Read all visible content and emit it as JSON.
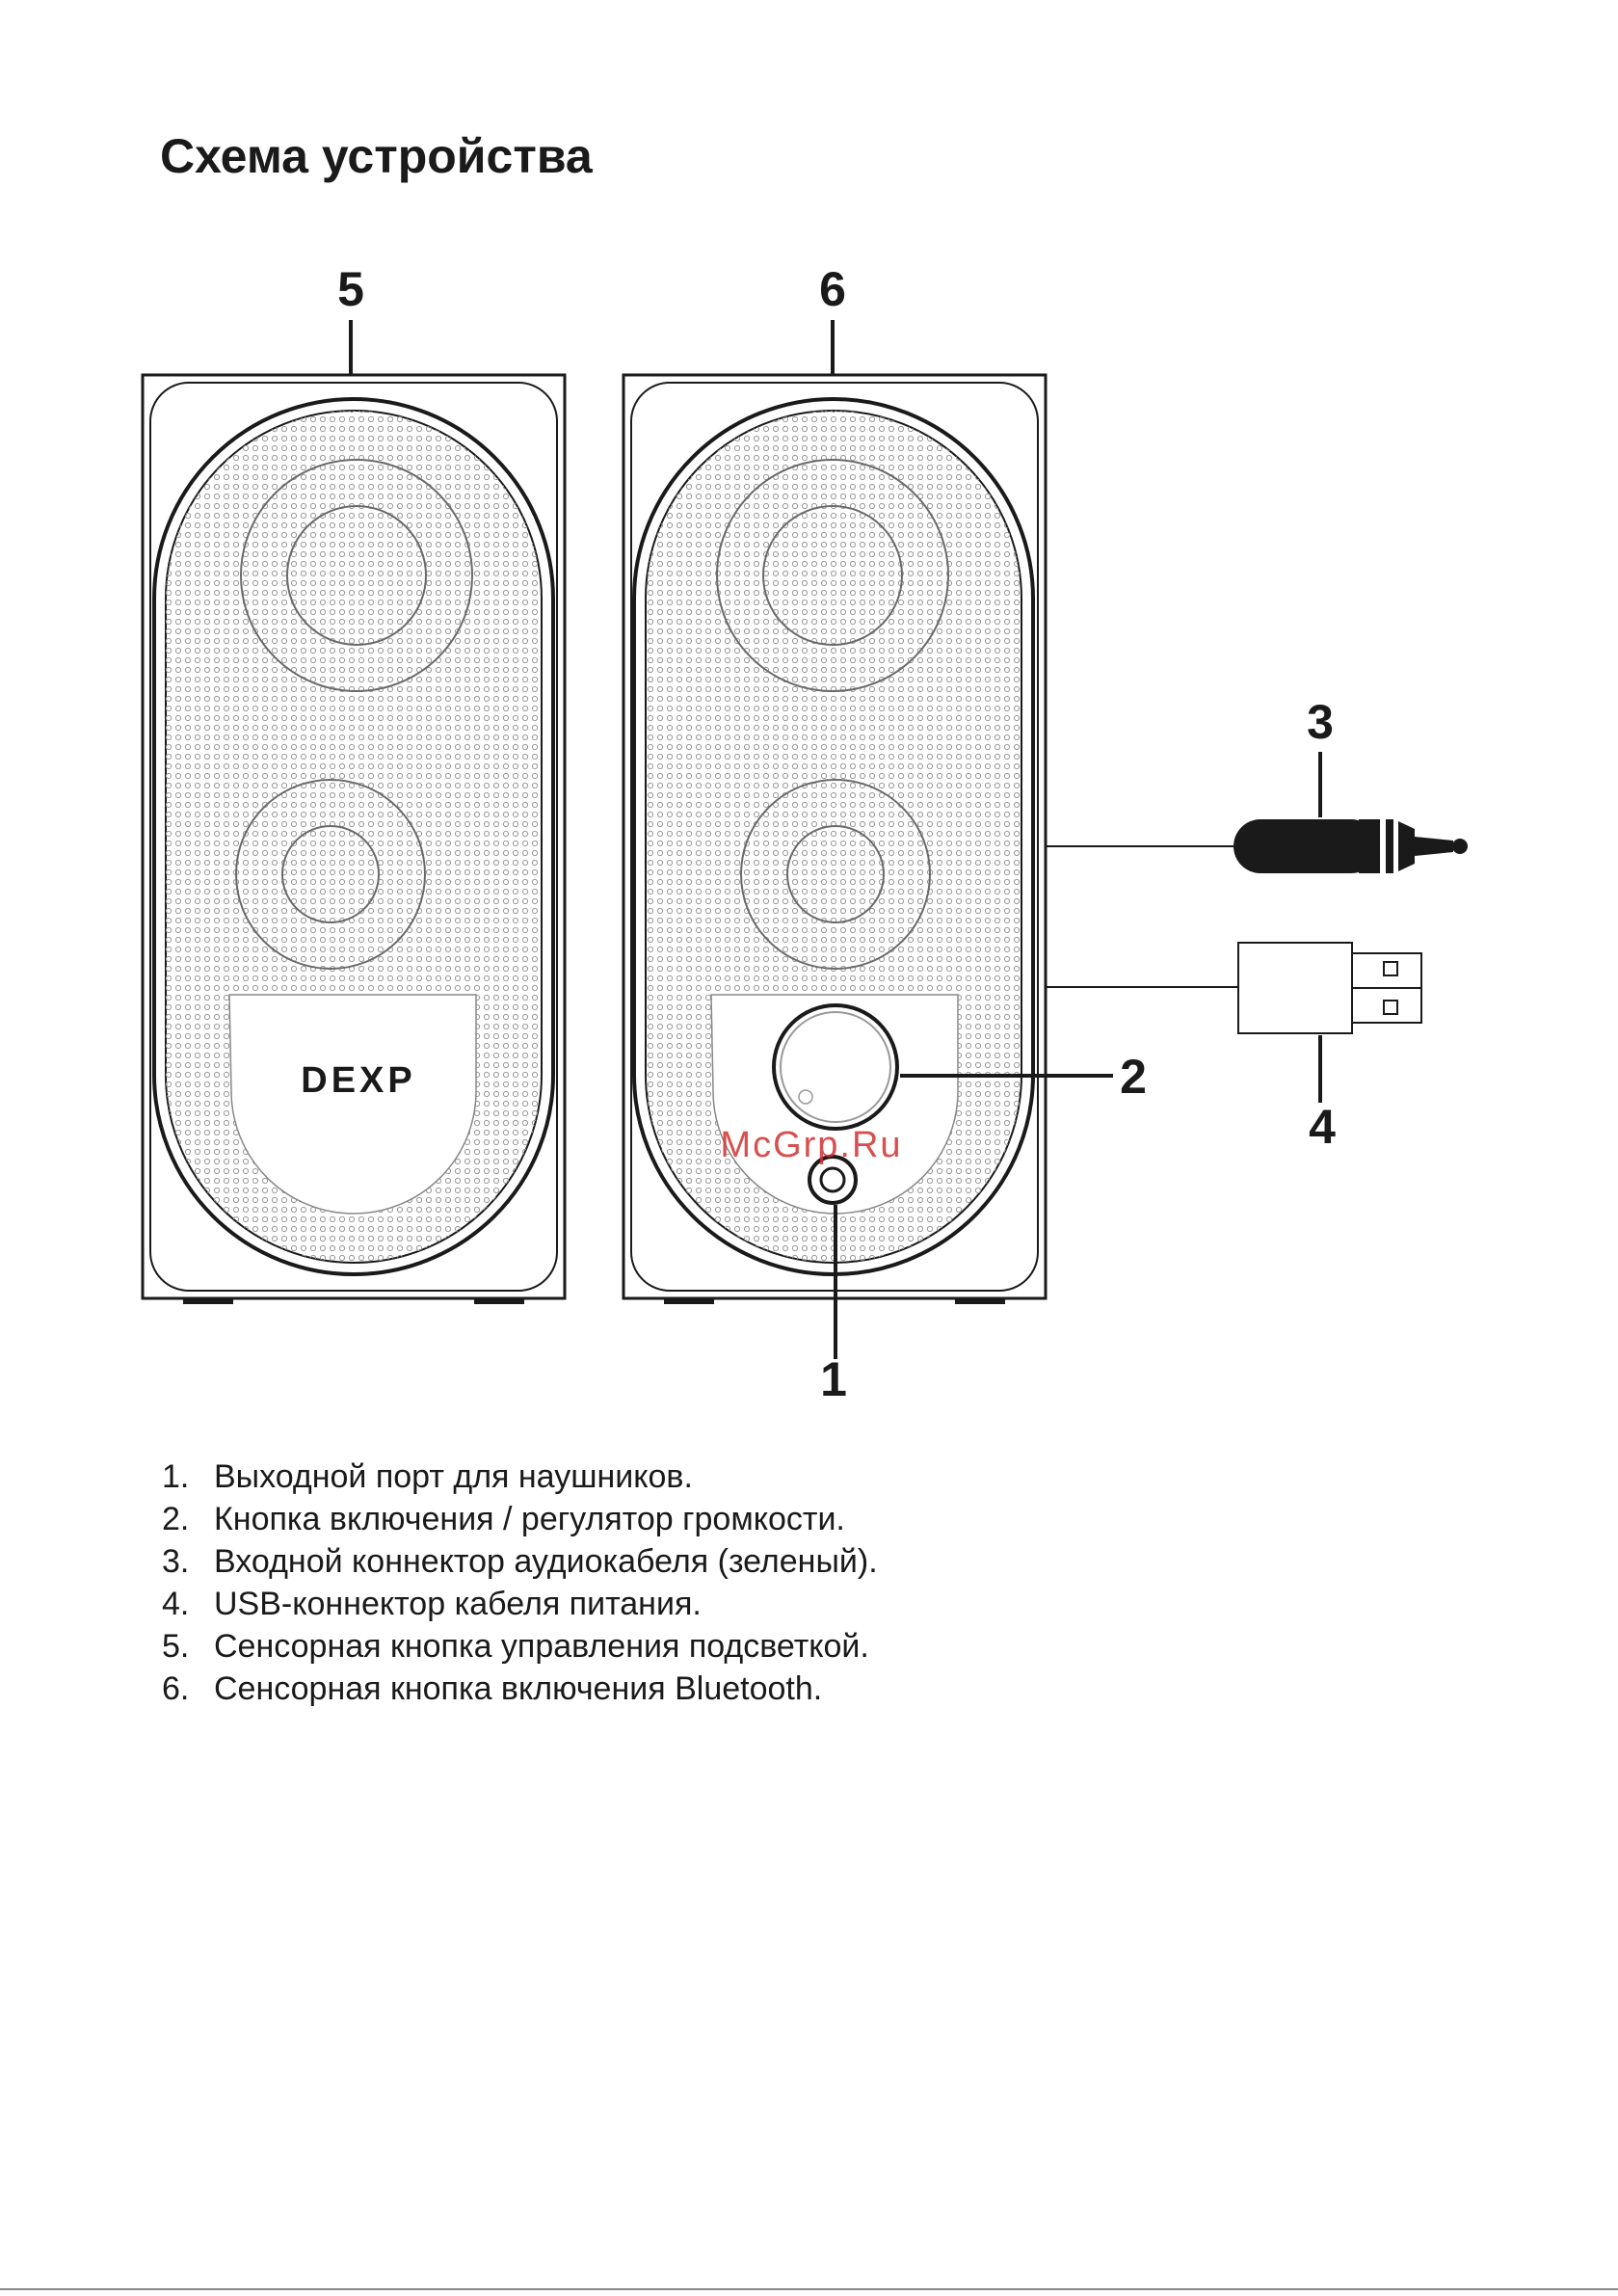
{
  "title": "Схема устройства",
  "brand": "DEXP",
  "watermark": "McGrp.Ru",
  "callouts": [
    "1",
    "2",
    "3",
    "4",
    "5",
    "6"
  ],
  "legend": [
    {
      "num": "1.",
      "text": "Выходной порт для наушников."
    },
    {
      "num": "2.",
      "text": "Кнопка включения / регулятор громкости."
    },
    {
      "num": "3.",
      "text": "Входной коннектор аудиокабеля (зеленый)."
    },
    {
      "num": "4.",
      "text": "USB-коннектор кабеля питания."
    },
    {
      "num": "5.",
      "text": "Сенсорная кнопка управления подсветкой."
    },
    {
      "num": "6.",
      "text": "Сенсорная кнопка включения Bluetooth."
    }
  ],
  "colors": {
    "line": "#1a1a1a",
    "watermark": "#d03030"
  }
}
